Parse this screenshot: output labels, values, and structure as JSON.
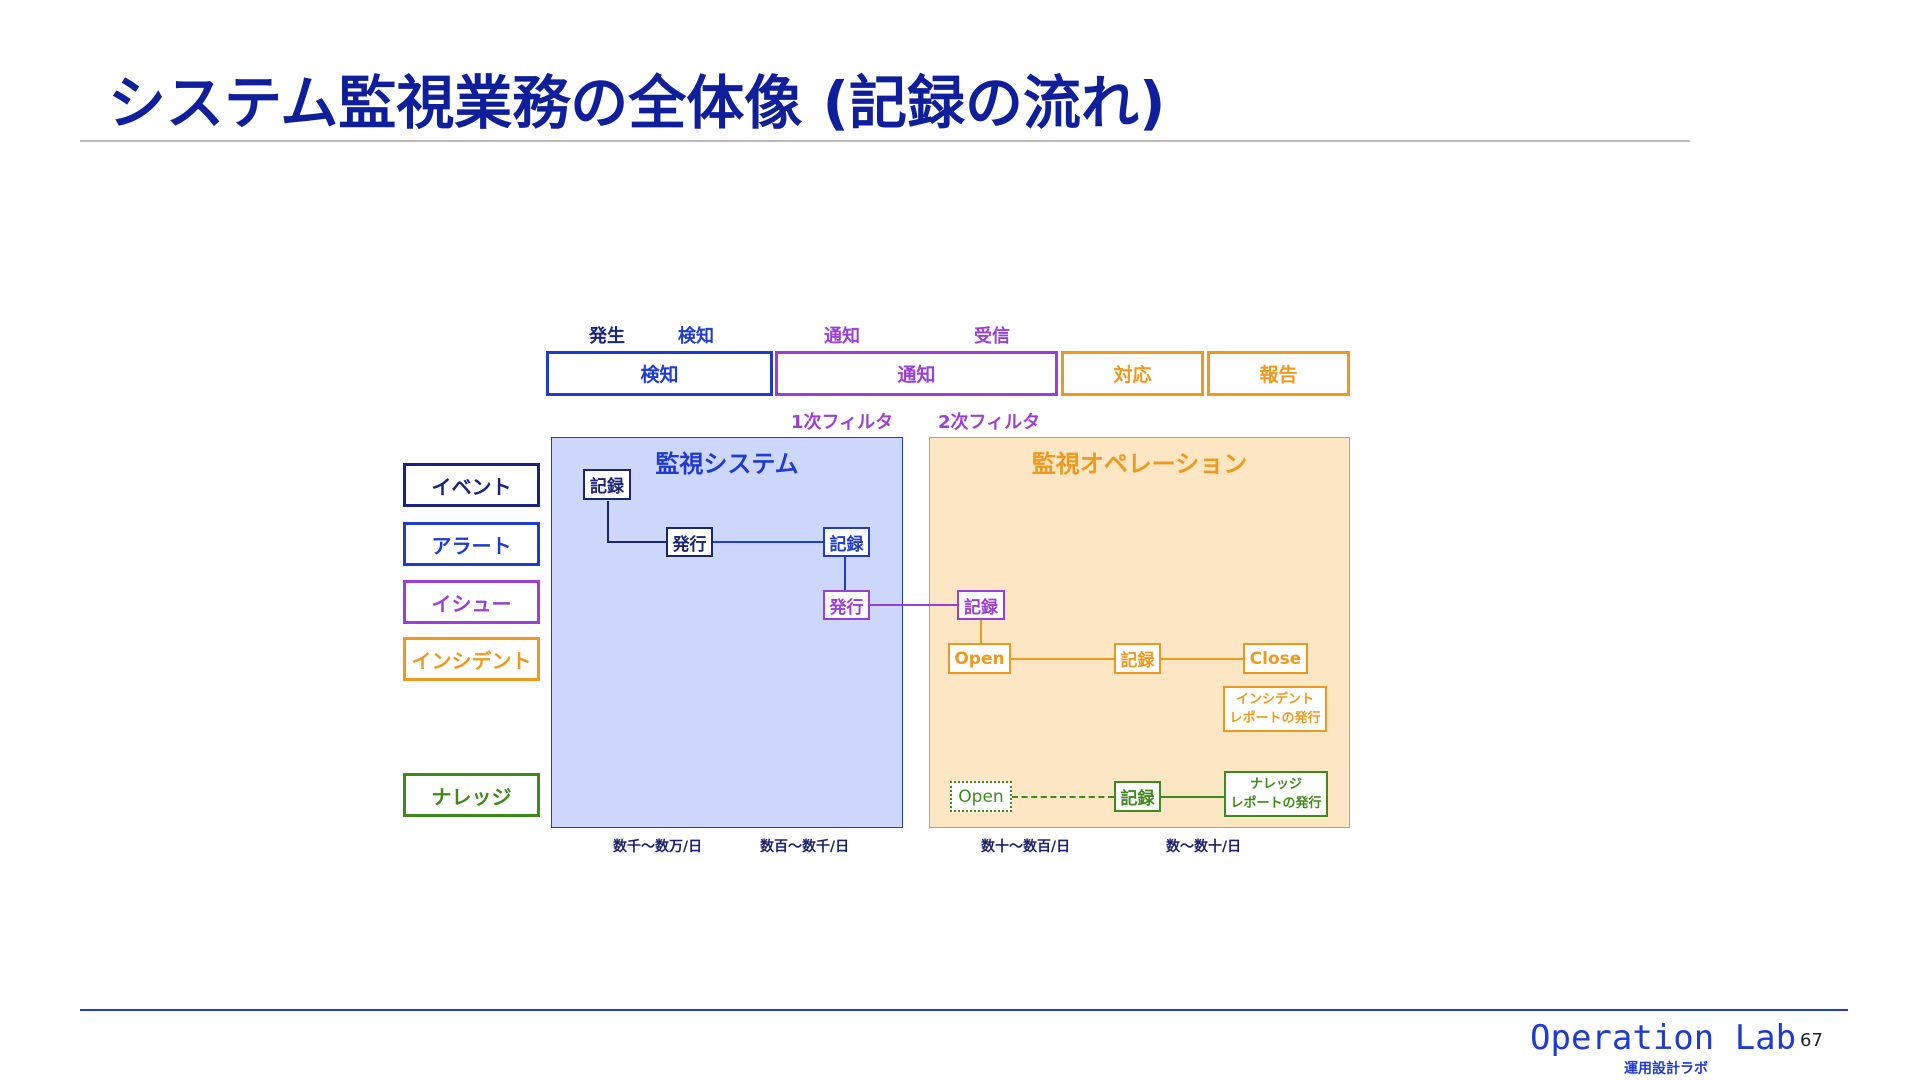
{
  "title": "システム監視業務の全体像 (記録の流れ)",
  "phases_top_labels": {
    "hassei": "発生",
    "kenchi": "検知",
    "tsuchi": "通知",
    "jushin": "受信"
  },
  "phases": {
    "detect": "検知",
    "notify": "通知",
    "respond": "対応",
    "report": "報告"
  },
  "filters": {
    "first": "1次フィルタ",
    "second": "2次フィルタ"
  },
  "legend": {
    "event": "イベント",
    "alert": "アラート",
    "issue": "イシュー",
    "incident": "インシデント",
    "knowledge": "ナレッジ"
  },
  "panels": {
    "monitoring_system": "監視システム",
    "monitoring_operation": "監視オペレーション"
  },
  "nodes": {
    "event_record": "記録",
    "event_issue": "発行",
    "alert_record": "記録",
    "alert_issue": "発行",
    "issue_record": "記録",
    "incident_open": "Open",
    "incident_record": "記録",
    "incident_close": "Close",
    "incident_report_line1": "インシデント",
    "incident_report_line2": "レポートの発行",
    "knowledge_open": "Open",
    "knowledge_record": "記録",
    "knowledge_report_line1": "ナレッジ",
    "knowledge_report_line2": "レポートの発行"
  },
  "rates": {
    "events": "数千〜数万/日",
    "alerts": "数百〜数千/日",
    "issues": "数十〜数百/日",
    "incidents": "数〜数十/日"
  },
  "footer": {
    "logo": "Operation Lab",
    "subtitle": "運用設計ラボ",
    "page": "67"
  },
  "colors": {
    "navy": "#1a237e",
    "blue": "#1f3bd1",
    "purple": "#9b3fd8",
    "orange": "#ef9a1e",
    "green": "#3f8a1b",
    "system_fill": "#cdd6fb",
    "operation_fill": "#fde6c4"
  }
}
